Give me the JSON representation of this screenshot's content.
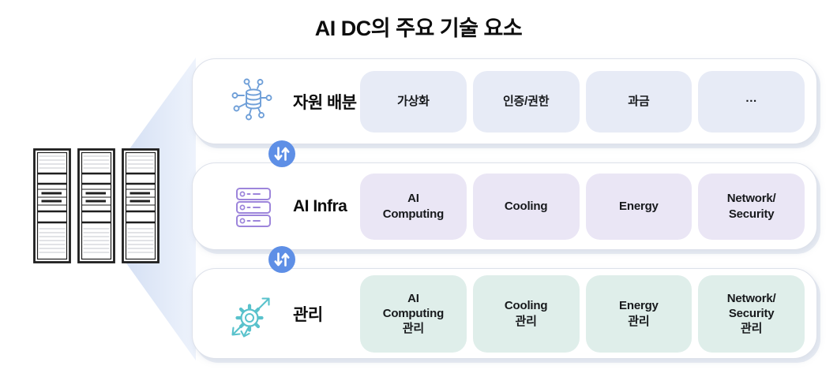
{
  "title": "AI DC의 주요 기술 요소",
  "colors": {
    "accent_blue": "#5E8FE6",
    "row1_chip_bg": "#E7EBF6",
    "row2_chip_bg": "#EAE6F5",
    "row3_chip_bg": "#DFEEEA",
    "beam_fill": "#DCE5F6",
    "icon_blue": "#6F9FD8",
    "icon_purple": "#9D85DB",
    "icon_teal": "#59C2CC",
    "row_border": "#DDE1EA"
  },
  "left_illustration": {
    "icon": "server-racks-icon",
    "rack_count": 3
  },
  "rows": [
    {
      "label": "자원 배분",
      "icon": "distributed-database-icon",
      "chips": [
        "가상화",
        "인증/권한",
        "과금",
        "···"
      ]
    },
    {
      "label": "AI Infra",
      "icon": "server-stack-icon",
      "chips": [
        "AI\nComputing",
        "Cooling",
        "Energy",
        "Network/\nSecurity"
      ]
    },
    {
      "label": "관리",
      "icon": "gear-arrows-icon",
      "chips": [
        "AI\nComputing\n관리",
        "Cooling\n관리",
        "Energy\n관리",
        "Network/\nSecurity\n관리"
      ]
    }
  ],
  "connectors": [
    {
      "icon": "up-down-arrows-icon"
    },
    {
      "icon": "up-down-arrows-icon"
    }
  ]
}
